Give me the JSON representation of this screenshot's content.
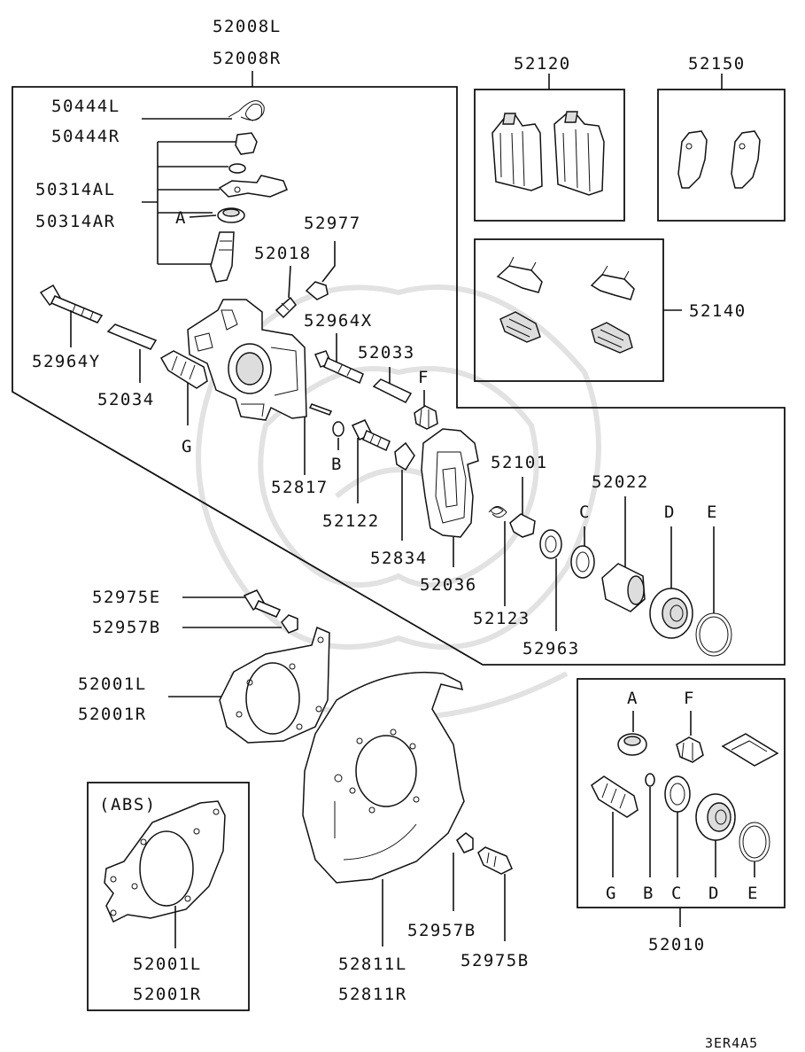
{
  "diagram_code": "3ER4A5",
  "group_labels": {
    "caliper_assembly": [
      "52008L",
      "52008R"
    ],
    "pad_set": "52120",
    "shim_kit": "52150",
    "clip_kit": "52140",
    "seal_kit": "52010"
  },
  "part_labels": {
    "p50444L": "50444L",
    "p50444R": "50444R",
    "p50314AL": "50314AL",
    "p50314AR": "50314AR",
    "p52977": "52977",
    "p52018": "52018",
    "p52964X": "52964X",
    "p52964Y": "52964Y",
    "p52034": "52034",
    "p52033": "52033",
    "p52817": "52817",
    "p52122": "52122",
    "p52834": "52834",
    "p52036": "52036",
    "p52101": "52101",
    "p52123": "52123",
    "p52963": "52963",
    "p52022": "52022",
    "p52975E": "52975E",
    "p52957B_top": "52957B",
    "p52001L": "52001L",
    "p52001R": "52001R",
    "abs_title": "(ABS)",
    "abs_52001L": "52001L",
    "abs_52001R": "52001R",
    "p52811L": "52811L",
    "p52811R": "52811R",
    "p52957B_bottom": "52957B",
    "p52975B": "52975B"
  },
  "letter_markers": {
    "A": "A",
    "B": "B",
    "C": "C",
    "D": "D",
    "E": "E",
    "F": "F",
    "G": "G"
  },
  "kit_letters": [
    "G",
    "B",
    "C",
    "D",
    "E"
  ],
  "kit_top_letters": [
    "A",
    "F"
  ]
}
